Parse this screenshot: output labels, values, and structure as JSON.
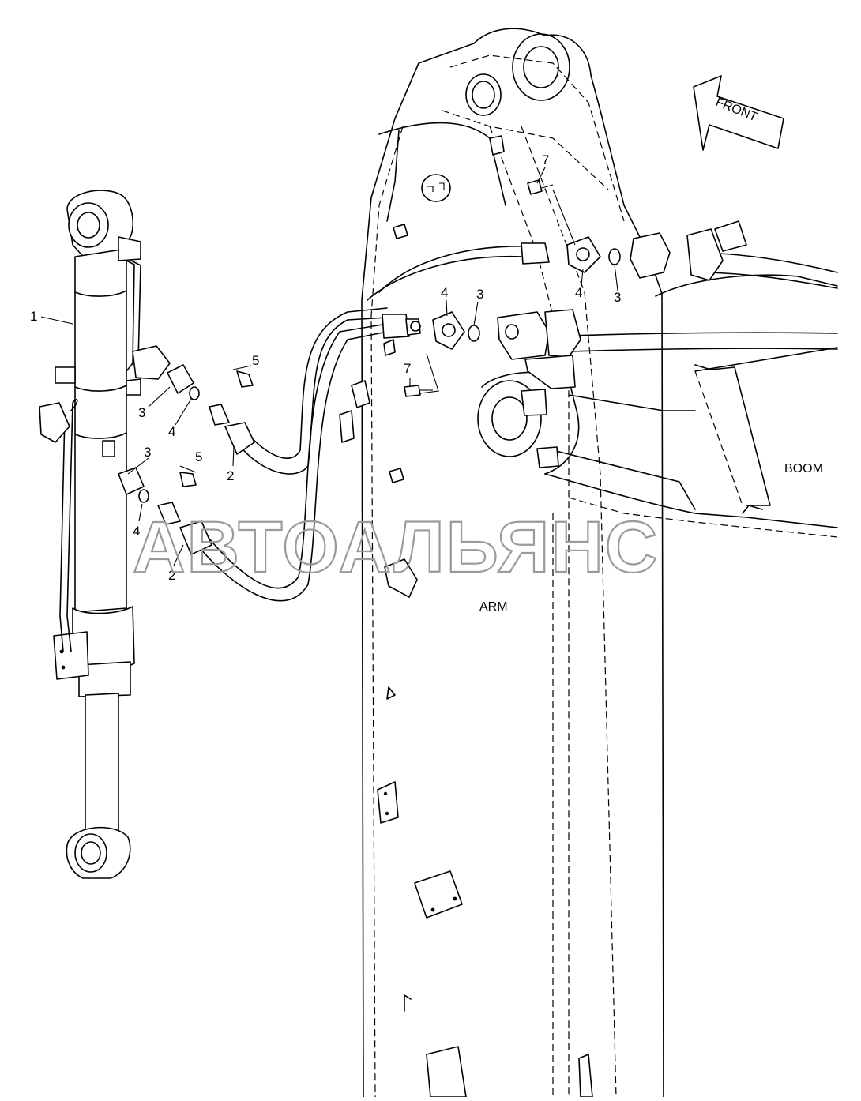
{
  "diagram": {
    "regions": {
      "boom": "BOOM",
      "arm": "ARM",
      "front": "FRONT"
    },
    "watermark": "АВТОАЛЬЯНС",
    "callouts": {
      "c1": "1",
      "c2a": "2",
      "c2b": "2",
      "c3a": "3",
      "c3b": "3",
      "c3c": "3",
      "c3d": "3",
      "c4a": "4",
      "c4b": "4",
      "c4c": "4",
      "c4d": "4",
      "c5a": "5",
      "c5b": "5",
      "c7a": "7",
      "c7b": "7"
    }
  }
}
